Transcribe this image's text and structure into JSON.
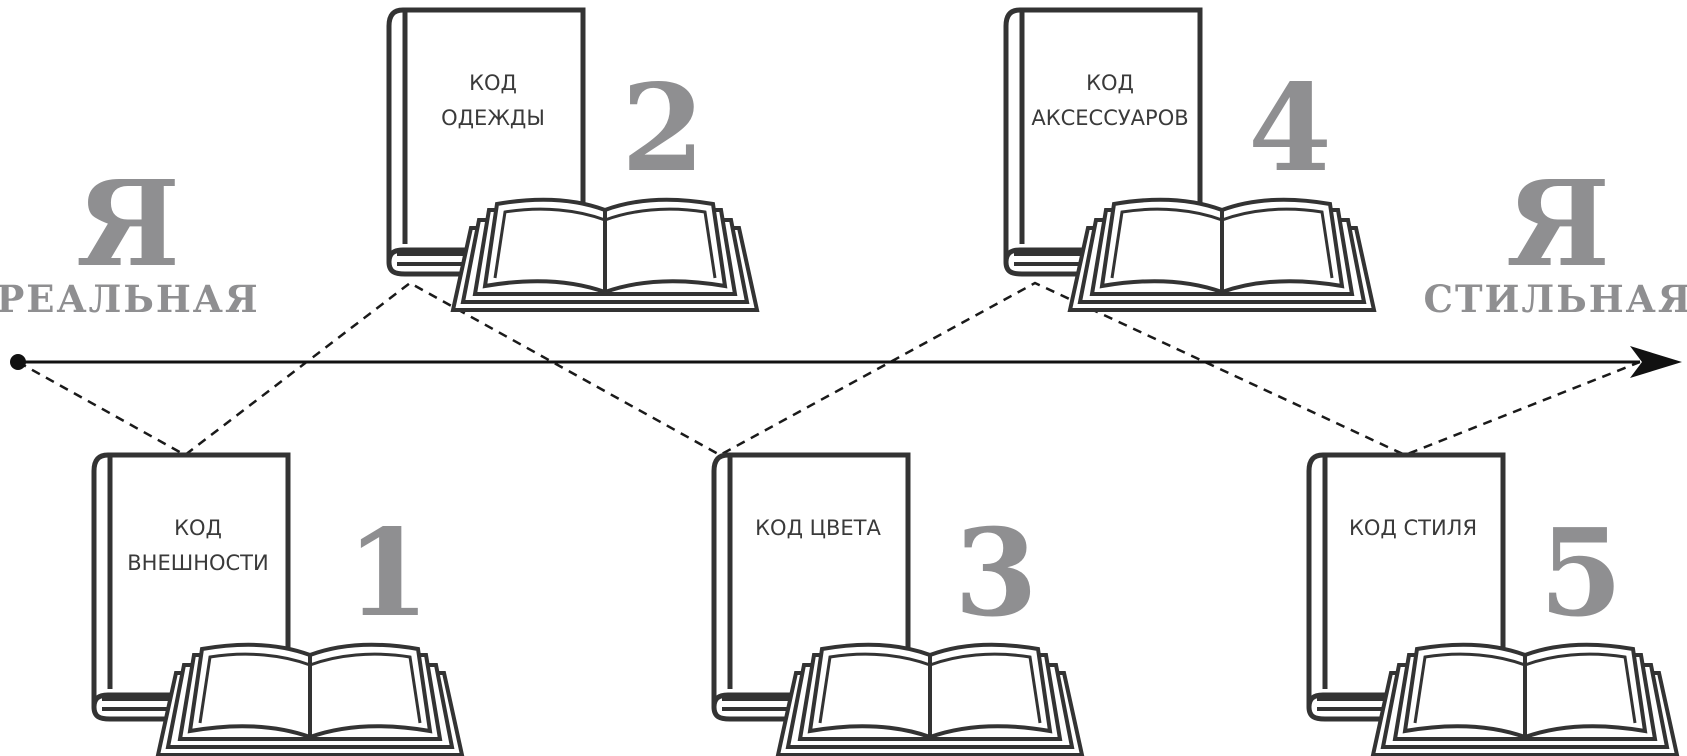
{
  "start": {
    "big": "Я",
    "label": "РЕАЛЬНАЯ"
  },
  "end": {
    "big": "Я",
    "label": "СТИЛЬНАЯ"
  },
  "books": [
    {
      "number": "1",
      "lines": [
        "КОД",
        "ВНЕШНОСТИ"
      ]
    },
    {
      "number": "2",
      "lines": [
        "КОД",
        "ОДЕЖДЫ"
      ]
    },
    {
      "number": "3",
      "lines": [
        "КОД  ЦВЕТА"
      ]
    },
    {
      "number": "4",
      "lines": [
        "КОД",
        "АКСЕССУАРОВ"
      ]
    },
    {
      "number": "5",
      "lines": [
        "КОД  СТИЛЯ"
      ]
    }
  ],
  "colors": {
    "label": "#8f8f91",
    "stroke": "#333333",
    "line": "#1a1a1a"
  },
  "icons": [
    "book-icon",
    "open-book-icon",
    "arrow-head-icon"
  ]
}
